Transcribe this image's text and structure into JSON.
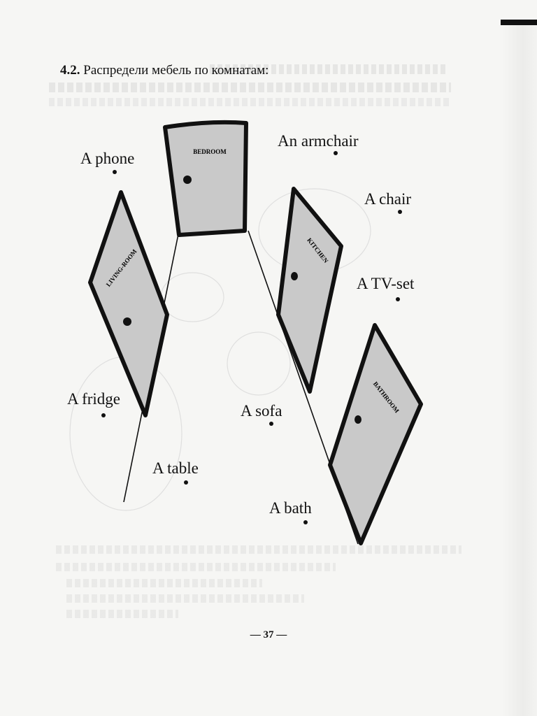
{
  "exercise": {
    "number": "4.2.",
    "title": "Распредели мебель по комнатам:"
  },
  "rooms": [
    {
      "id": "bedroom",
      "label": "BEDROOM"
    },
    {
      "id": "living-room",
      "label": "LIVING-ROOM"
    },
    {
      "id": "kitchen",
      "label": "KITCHEN"
    },
    {
      "id": "bathroom",
      "label": "BATHROOM"
    }
  ],
  "furniture": [
    {
      "id": "phone",
      "label": "A phone"
    },
    {
      "id": "armchair",
      "label": "An armchair"
    },
    {
      "id": "chair",
      "label": "A chair"
    },
    {
      "id": "tv-set",
      "label": "A TV-set"
    },
    {
      "id": "fridge",
      "label": "A fridge"
    },
    {
      "id": "sofa",
      "label": "A sofa"
    },
    {
      "id": "table",
      "label": "A table"
    },
    {
      "id": "bath",
      "label": "A bath"
    }
  ],
  "page_number": "— 37 —",
  "colors": {
    "door_fill": "#c9c9c9",
    "ink": "#111111"
  }
}
